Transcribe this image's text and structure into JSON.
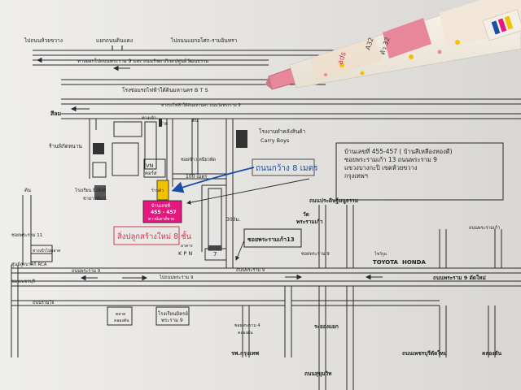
{
  "map": {
    "top_road_left": "ไปถนนห้วยขวาง",
    "top_road_mid": "แยกถนนดินแดง",
    "top_road_right": "ไปถนนแยกอโศก-รามอินทรา",
    "expressway_exit": "ทางออกไปถนนพระราม 9 และ ถนนรัชดาภิเษก/ศูนย์วัฒนธรรม",
    "bts_label": "โรงซ่อมรถไฟฟ้าใต้ดินมหานคร  B T S",
    "service_road": "ทางรถไฟฟ้าใต้ดินมหานคร ถนนวัดพระราม 9",
    "side_label": "สีลม",
    "market_label": "ร้านพิกัดหนาน",
    "lane_top_a": "ทางเข้า",
    "lane_top_b": "ซ้าย",
    "lane_top_c": "ตัน",
    "factory_label": "โรงงานทำคลังสินค้า",
    "factory_brand": "Carry Boys",
    "vn_label": "VN",
    "shop_label": "คอร์ส",
    "alley_label": "ซอยข้าวเหนียวพัด",
    "dist_label": "100 เมตร",
    "handwritten_road": "ถนนกว้าง 8 เมตร",
    "building_a": "ร้านค้า",
    "target_title": "บ้านเลขที่",
    "target_number": "455 - 457",
    "target_sub": "ทาวน์เฮาส์ขาย",
    "handwritten_target": "สิ่งปลูกสร้างใหม่ 8 ชั้น",
    "school_label_a": "โรงเรียน ยิงสิทธิ",
    "school_label_b": "ซายาาพัฒน์",
    "soi_label": "ซอยพระราม 11",
    "road_300m": "300ม.",
    "soi_box": "ซอยพระรามเก้า13",
    "kpn_label_a": "อาคาร",
    "kpn_label_b": "K P N",
    "kpn_num": "7",
    "left_building": "ทางเข้าไปตลาด",
    "left_cinema": "ศูนย์ลูกบาศก์ RCA",
    "rama9_road": "ถนนพระราม 9",
    "left_street": "ซอยเพชรบุรี",
    "left_bottom": "ถนนร่วมใจ",
    "rama9_label2": "ไปถนนพระราม 9",
    "center_block_a": "ตลาด",
    "center_block_b": "คลองตัน",
    "rama9_bridge_a": "โรงเรียนมิตรย์",
    "rama9_bridge_b": "พระราม 9",
    "soi_down_a": "ซอยพระราม 4",
    "soi_down_b": "คลองตัน",
    "hospital": "รพ.กรุงเทพ",
    "sukhumvit": "ถนนสุขุมวิท",
    "rama9_right": "ถนนพระราม 9",
    "intersection_mid": "ระยองแยก",
    "asok_road": "ถนนเพชรบุรีตัดใหม่",
    "khlongtan": "คลองตัน",
    "ratchada": "ถนนประดิษฐ์มนูธรรม",
    "wat_label": "วัด",
    "wat_name": "พระรามเก้า",
    "soi9_label": "ซอยพระราม 9",
    "toyota": "TOYOTA",
    "honda": "HONDA",
    "toyota_small": "โชว์รูม",
    "rama9_intersect": "ถนนพระราม 9 ตัดใหม่",
    "right_top_road": "ถนนพระรามเก้า",
    "left_top_label": "ตัน",
    "info": {
      "line1": "บ้านเลขที่ 455-457 ( บ้านสีเหลืองทองดี)",
      "line2": "ซอยพระรามเก้า 13  ถนนพระราม 9",
      "line3": "แขวงบางกะปิ  เขตห้วยขวาง",
      "line4": "กรุงเทพฯ"
    }
  },
  "pen": {
    "text_a": "A32",
    "text_b": "ตัว 32",
    "text_c": "ads"
  },
  "colors": {
    "paper": "#ecebe9",
    "line": "#2a2a2a",
    "target_yellow": "#f2c200",
    "target_pink": "#e8177f",
    "handwriting_blue": "#1b4fa3",
    "handwriting_red": "#d43a4a",
    "pen_pink": "#e8879a",
    "pen_white": "#f7f2ea"
  }
}
